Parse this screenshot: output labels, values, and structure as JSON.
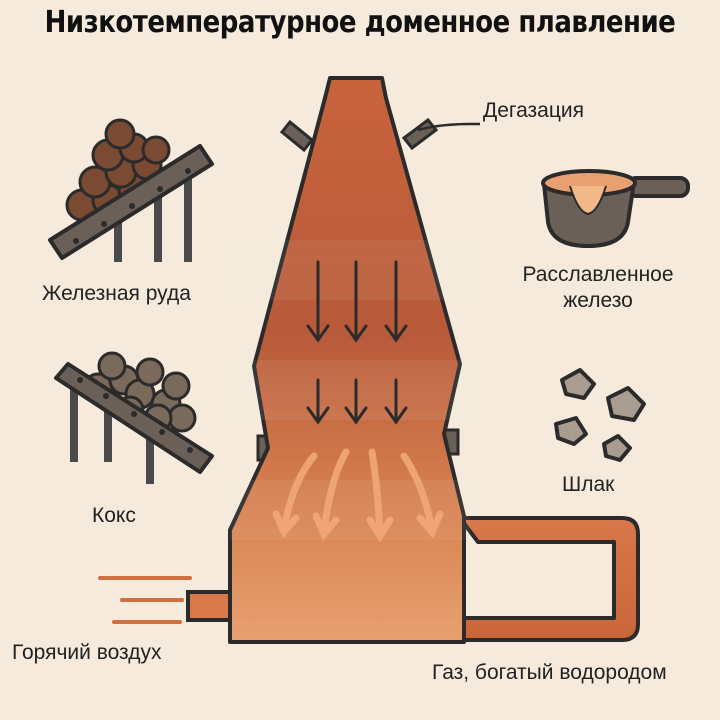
{
  "title": "Низкотемпературное доменное плавление",
  "labels": {
    "degassing": "Дегазация",
    "iron_ore": "Железная руда",
    "molten_iron": "Расславленное\nжелезо",
    "coke": "Кокс",
    "slag": "Шлак",
    "hot_air": "Горячий воздух",
    "hydrogen_gas": "Газ, богатый водородом"
  },
  "colors": {
    "background": "#f5eadb",
    "furnace_top": "#c8643c",
    "furnace_bottom": "#e49c6c",
    "outline": "#2b2b2b",
    "stone": "#7a6a5c",
    "arrow": "#2b2b2b",
    "flame": "#f2a877",
    "pipe": "#d1703f",
    "slag": "#a99c90"
  }
}
